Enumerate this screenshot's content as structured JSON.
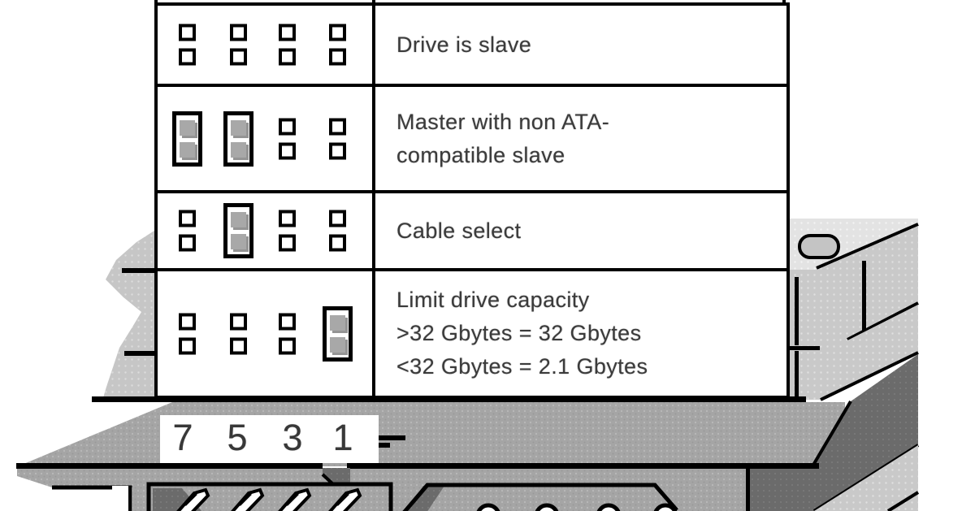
{
  "jumper_table": {
    "rows": [
      {
        "jumpers": [
          "open",
          "open",
          "open",
          "open"
        ],
        "lines": [
          "Drive is slave"
        ]
      },
      {
        "jumpers": [
          "jumpered",
          "jumpered",
          "open",
          "open"
        ],
        "lines": [
          "Master with non ATA-",
          "compatible slave"
        ]
      },
      {
        "jumpers": [
          "open",
          "jumpered",
          "open",
          "open"
        ],
        "lines": [
          "Cable select"
        ]
      },
      {
        "jumpers": [
          "open",
          "open",
          "open",
          "jumpered"
        ],
        "lines": [
          "Limit drive capacity",
          ">32 Gbytes = 32 Gbytes",
          "<32 Gbytes = 2.1 Gbytes"
        ]
      }
    ]
  },
  "pin_labels": [
    "7",
    "5",
    "3",
    "1"
  ],
  "icons": {
    "screw_hole": "rounded-slot",
    "pointer": "step-arrow-to-pin-1"
  },
  "colors": {
    "line": "#000000",
    "text": "#3b3b3b",
    "jumper_cap_pin": "#a8a8a8",
    "drive_deck": "#a5a5a5",
    "drive_side_light": "#c9c9c9",
    "drive_side_very_light": "#e3e3e3",
    "drive_side_dark": "#6b6b6b",
    "paper": "#ffffff"
  }
}
